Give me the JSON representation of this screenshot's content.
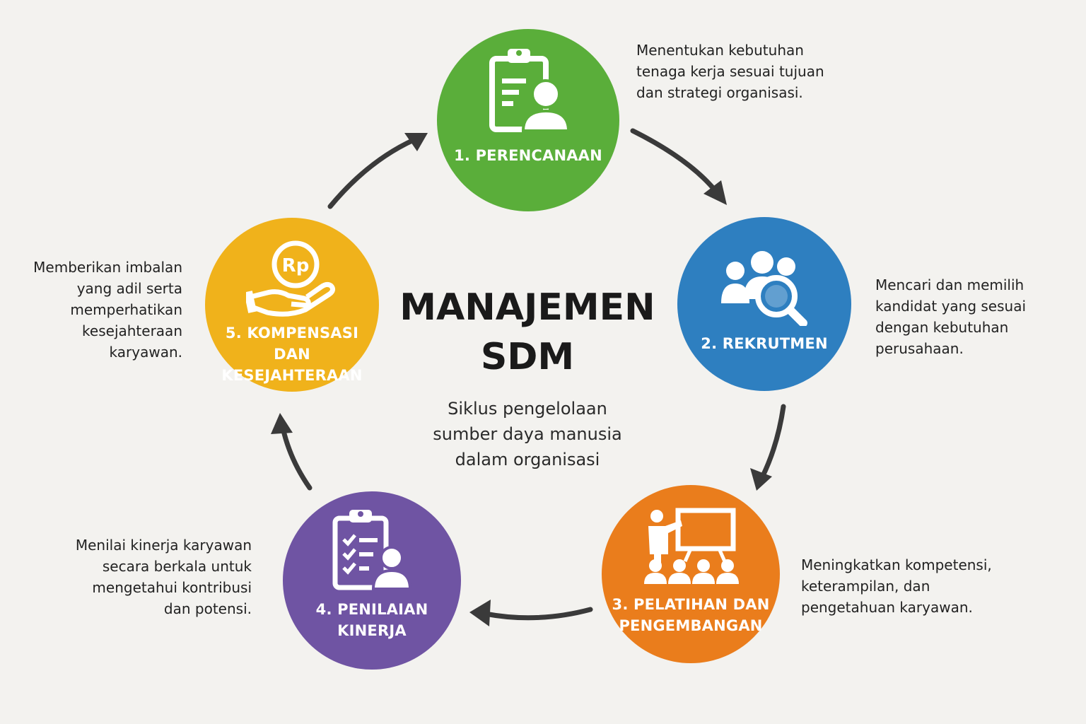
{
  "title": [
    "MANAJEMEN",
    "SDM"
  ],
  "subtitle": [
    "Siklus pengelolaan",
    "sumber daya manusia",
    "dalam organisasi"
  ],
  "steps": [
    {
      "label": [
        "1. PERENCANAAN"
      ],
      "icon": "clipboard-person-icon",
      "color": "#5aae3a",
      "description": [
        "Menentukan kebutuhan",
        "tenaga kerja sesuai tujuan",
        "dan strategi organisasi."
      ]
    },
    {
      "label": [
        "2. REKRUTMEN"
      ],
      "icon": "people-search-icon",
      "color": "#2e7fc0",
      "description": [
        "Mencari dan memilih",
        "kandidat yang sesuai",
        "dengan kebutuhan",
        "perusahaan."
      ]
    },
    {
      "label": [
        "3. PELATIHAN DAN",
        "PENGEMBANGAN"
      ],
      "icon": "presentation-training-icon",
      "color": "#ea7d1c",
      "description": [
        "Meningkatkan kompetensi,",
        "keterampilan, dan",
        "pengetahuan karyawan."
      ]
    },
    {
      "label": [
        "4. PENILAIAN",
        "KINERJA"
      ],
      "icon": "checklist-evaluation-icon",
      "color": "#6f54a3",
      "description": [
        "Menilai kinerja karyawan",
        "secara berkala untuk",
        "mengetahui kontribusi",
        "dan potensi."
      ]
    },
    {
      "label": [
        "5. KOMPENSASI DAN",
        "KESEJAHTERAAN"
      ],
      "icon": "hand-coin-icon",
      "coin_text": "Rp",
      "color": "#f0b21b",
      "description": [
        "Memberikan imbalan",
        "yang adil serta",
        "memperhatikan",
        "kesejahteraan",
        "karyawan."
      ]
    }
  ],
  "arrow_color": "#3a3a3a"
}
